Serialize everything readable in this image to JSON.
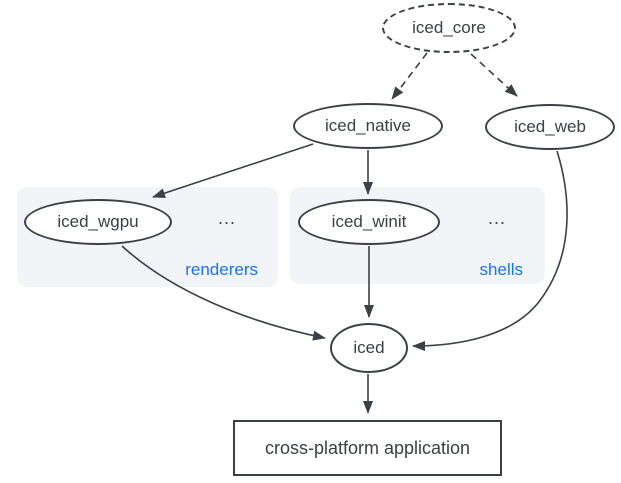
{
  "diagram": {
    "nodes": {
      "iced_core": {
        "label": "iced_core",
        "shape": "ellipse",
        "border": "dashed"
      },
      "iced_native": {
        "label": "iced_native",
        "shape": "ellipse",
        "border": "solid"
      },
      "iced_web": {
        "label": "iced_web",
        "shape": "ellipse",
        "border": "solid"
      },
      "iced_wgpu": {
        "label": "iced_wgpu",
        "shape": "ellipse",
        "border": "solid"
      },
      "iced_winit": {
        "label": "iced_winit",
        "shape": "ellipse",
        "border": "solid"
      },
      "iced": {
        "label": "iced",
        "shape": "ellipse",
        "border": "solid"
      },
      "app": {
        "label": "cross-platform application",
        "shape": "rectangle",
        "border": "solid"
      }
    },
    "groups": {
      "renderers": {
        "label": "renderers",
        "ellipsis": "...",
        "contains": [
          "iced_wgpu"
        ]
      },
      "shells": {
        "label": "shells",
        "ellipsis": "...",
        "contains": [
          "iced_winit"
        ]
      }
    },
    "edges": [
      {
        "from": "iced_core",
        "to": "iced_native",
        "style": "dashed"
      },
      {
        "from": "iced_core",
        "to": "iced_web",
        "style": "dashed"
      },
      {
        "from": "iced_native",
        "to": "iced_wgpu",
        "style": "solid"
      },
      {
        "from": "iced_native",
        "to": "iced_winit",
        "style": "solid"
      },
      {
        "from": "iced_wgpu",
        "to": "iced",
        "style": "solid"
      },
      {
        "from": "iced_winit",
        "to": "iced",
        "style": "solid"
      },
      {
        "from": "iced_web",
        "to": "iced",
        "style": "solid"
      },
      {
        "from": "iced",
        "to": "app",
        "style": "solid"
      }
    ],
    "colors": {
      "stroke": "#3b4045",
      "text": "#3b4045",
      "group_fill": "#f2f4f7",
      "group_label": "#1a73e8",
      "background": "#ffffff"
    }
  }
}
